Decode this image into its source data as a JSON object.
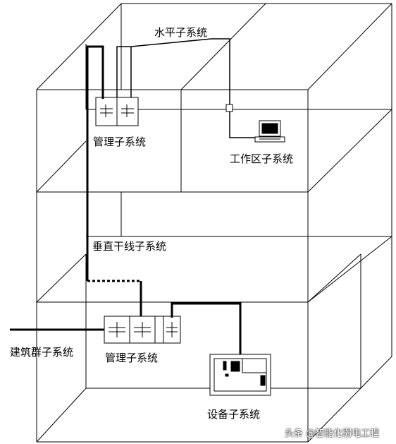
{
  "labels": {
    "horizontal": "水平子系统",
    "admin_upper": "管理子系统",
    "work_area": "工作区子系统",
    "vertical": "垂直干线子系统",
    "campus": "建筑群子系统",
    "admin_lower": "管理子系统",
    "equipment": "设备子系统"
  },
  "watermark": "头条 @智能化弱电工程",
  "colors": {
    "line": "#000000",
    "background": "#ffffff"
  }
}
